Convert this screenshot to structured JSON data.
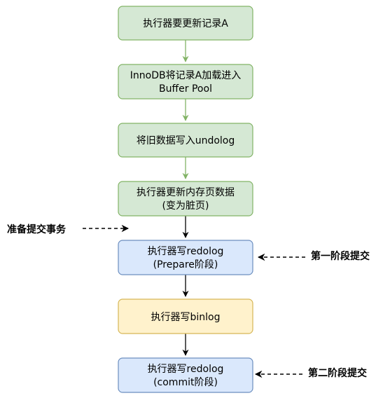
{
  "colors": {
    "green_fill": "#d5e8d4",
    "green_stroke": "#82b366",
    "blue_fill": "#dae8fc",
    "blue_stroke": "#6c8ebf",
    "yellow_fill": "#fff2cc",
    "yellow_stroke": "#d6b656",
    "arrow_dark": "#000000"
  },
  "steps": [
    {
      "lines": [
        "执行器要更新记录A"
      ],
      "style": "green"
    },
    {
      "lines": [
        "InnoDB将记录A加载进入",
        "Buffer Pool"
      ],
      "style": "green"
    },
    {
      "lines": [
        "将旧数据写入undolog"
      ],
      "style": "green"
    },
    {
      "lines": [
        "执行器更新内存页数据",
        "(变为脏页)"
      ],
      "style": "green"
    },
    {
      "lines": [
        "执行器写redolog",
        "(Prepare阶段)"
      ],
      "style": "blue"
    },
    {
      "lines": [
        "执行器写binlog"
      ],
      "style": "yellow"
    },
    {
      "lines": [
        "执行器写redolog",
        "(commit阶段)"
      ],
      "style": "blue"
    }
  ],
  "annotations": {
    "prepare_transaction": "准备提交事务",
    "phase_one_commit": "第一阶段提交",
    "phase_two_commit": "第二阶段提交"
  }
}
